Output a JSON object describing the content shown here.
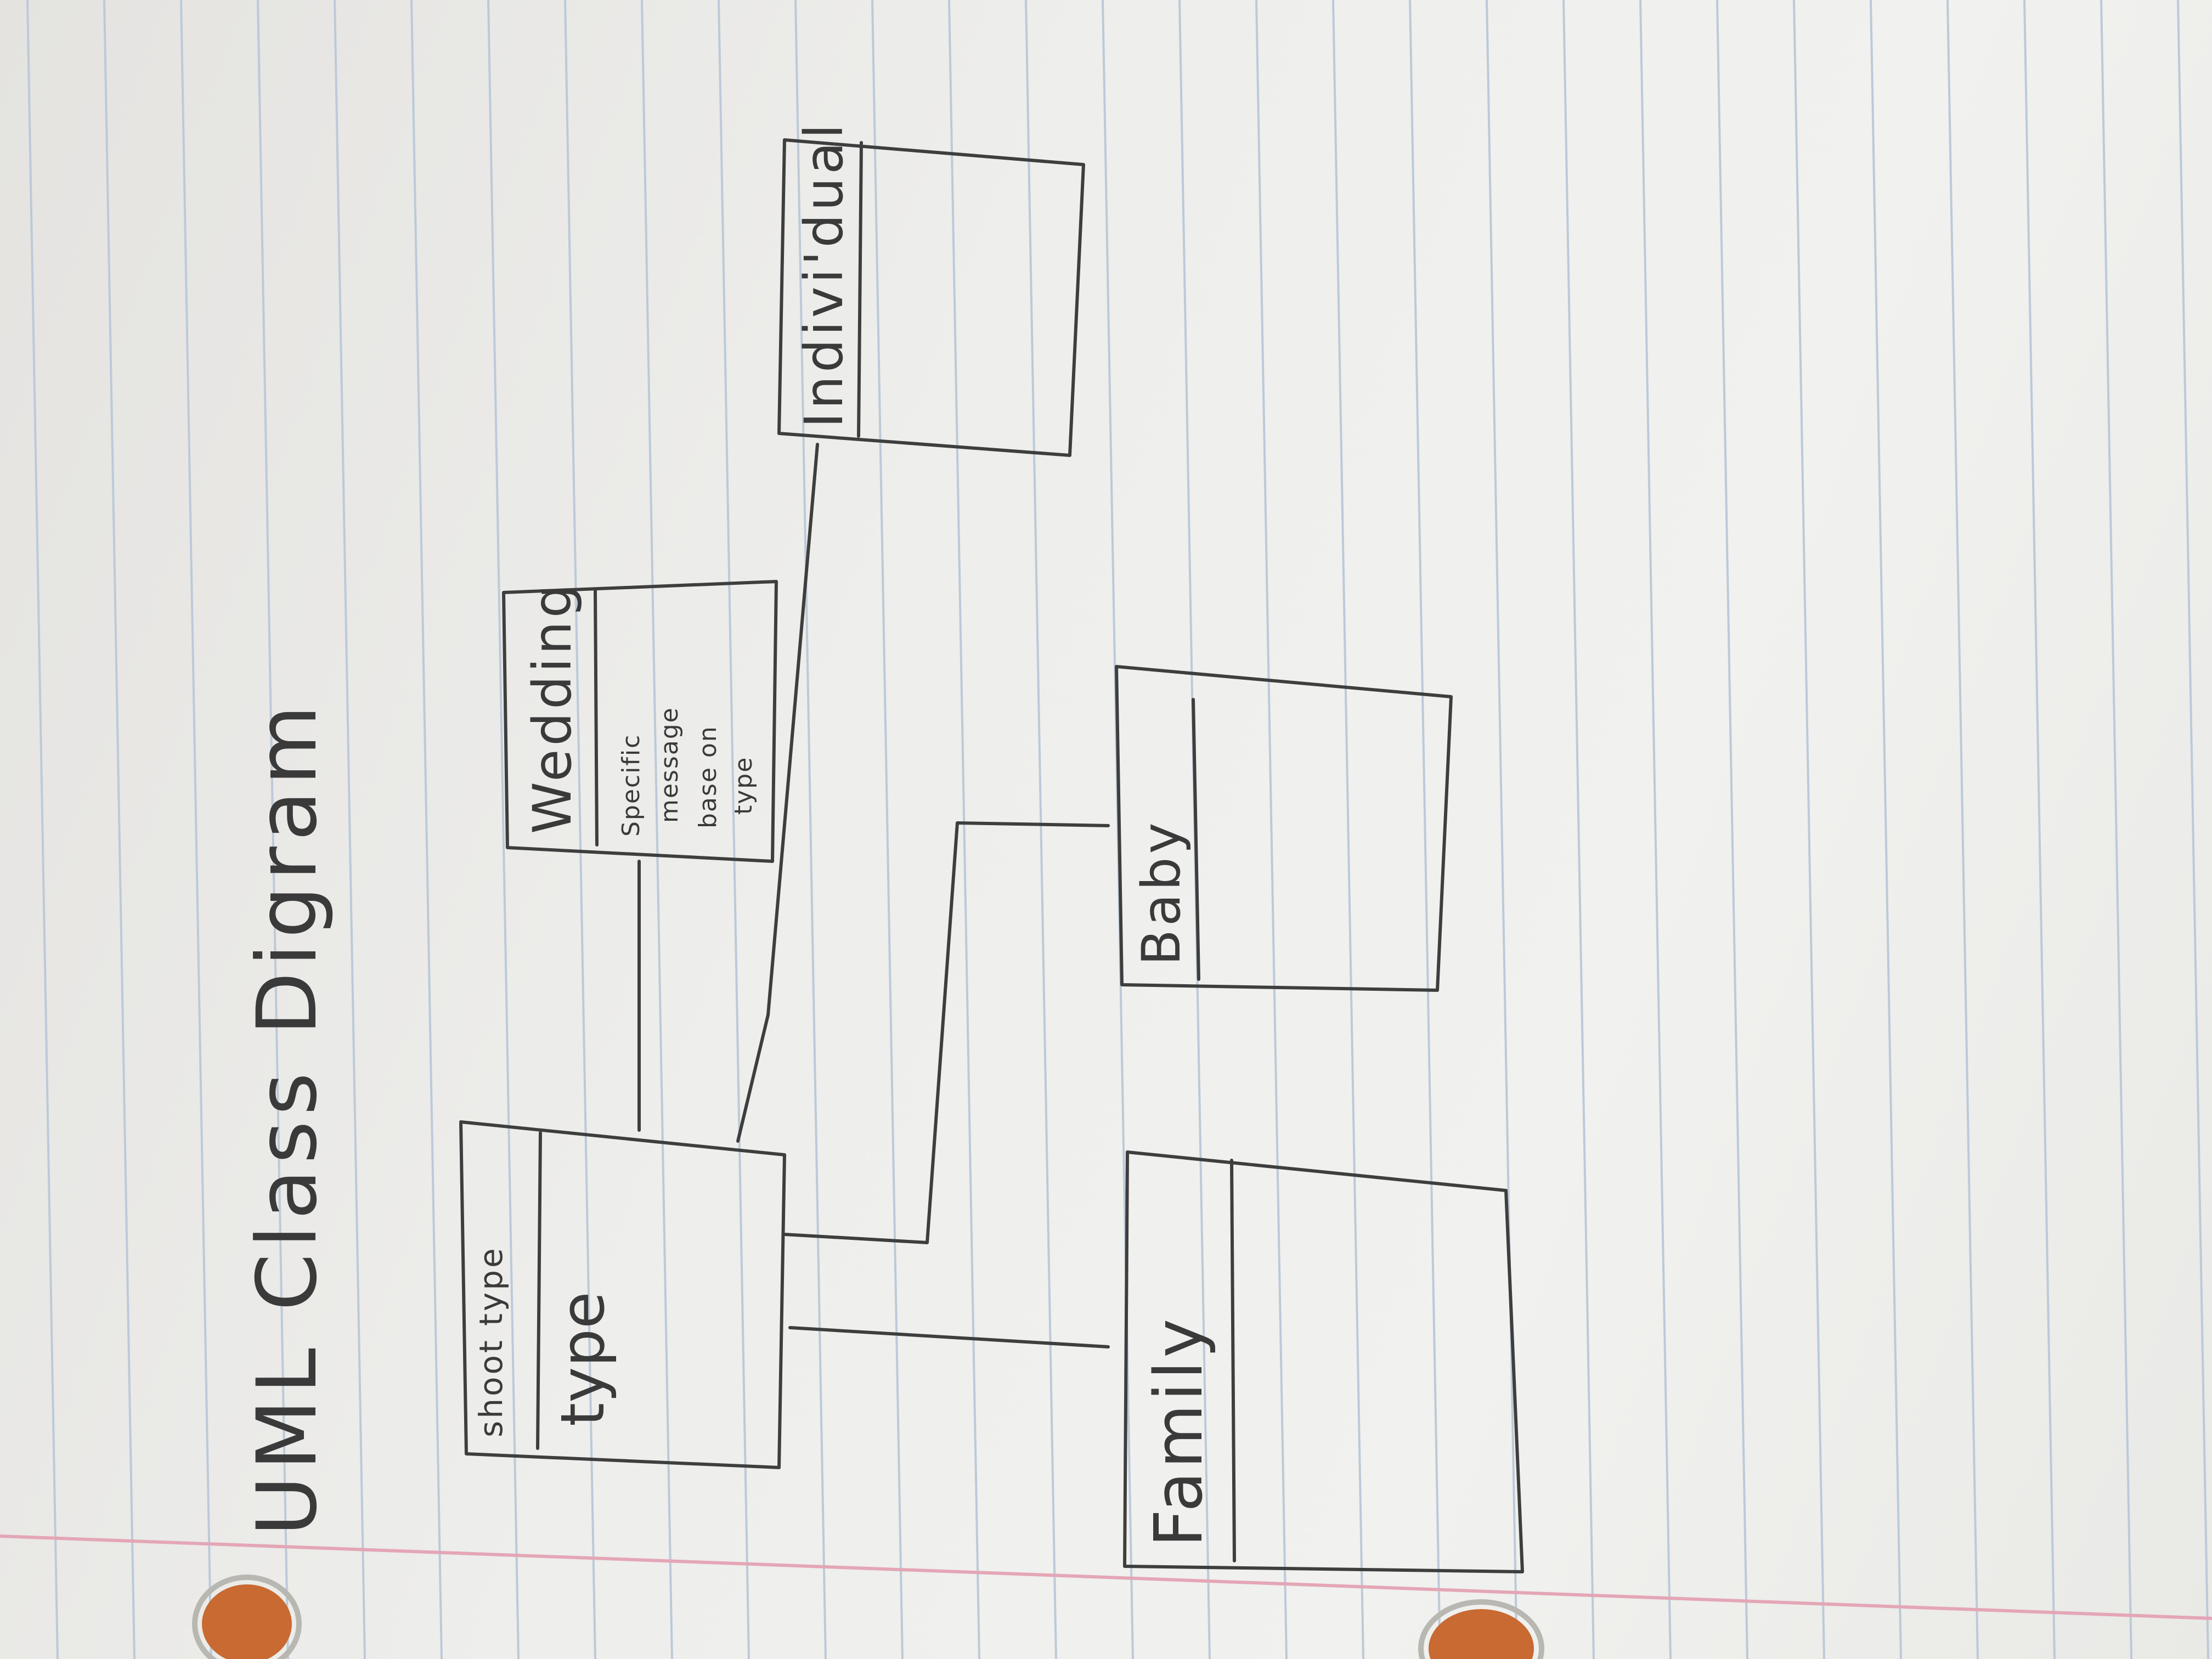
{
  "title": "UML Class Digram",
  "classes": {
    "shoot_type": {
      "name": "shoot type",
      "attributes": [
        "type"
      ]
    },
    "wedding": {
      "name": "Wedding",
      "attributes": [
        "Specific",
        "message",
        "base on",
        "type"
      ]
    },
    "individual": {
      "name": "Indivi'dual"
    },
    "baby": {
      "name": "Baby"
    },
    "family": {
      "name": "Family"
    }
  },
  "colors": {
    "ink": "#3e3e3e",
    "ruled_line": "#bccad8",
    "margin_line": "#e4a6b6",
    "hole": "#c86a32"
  }
}
